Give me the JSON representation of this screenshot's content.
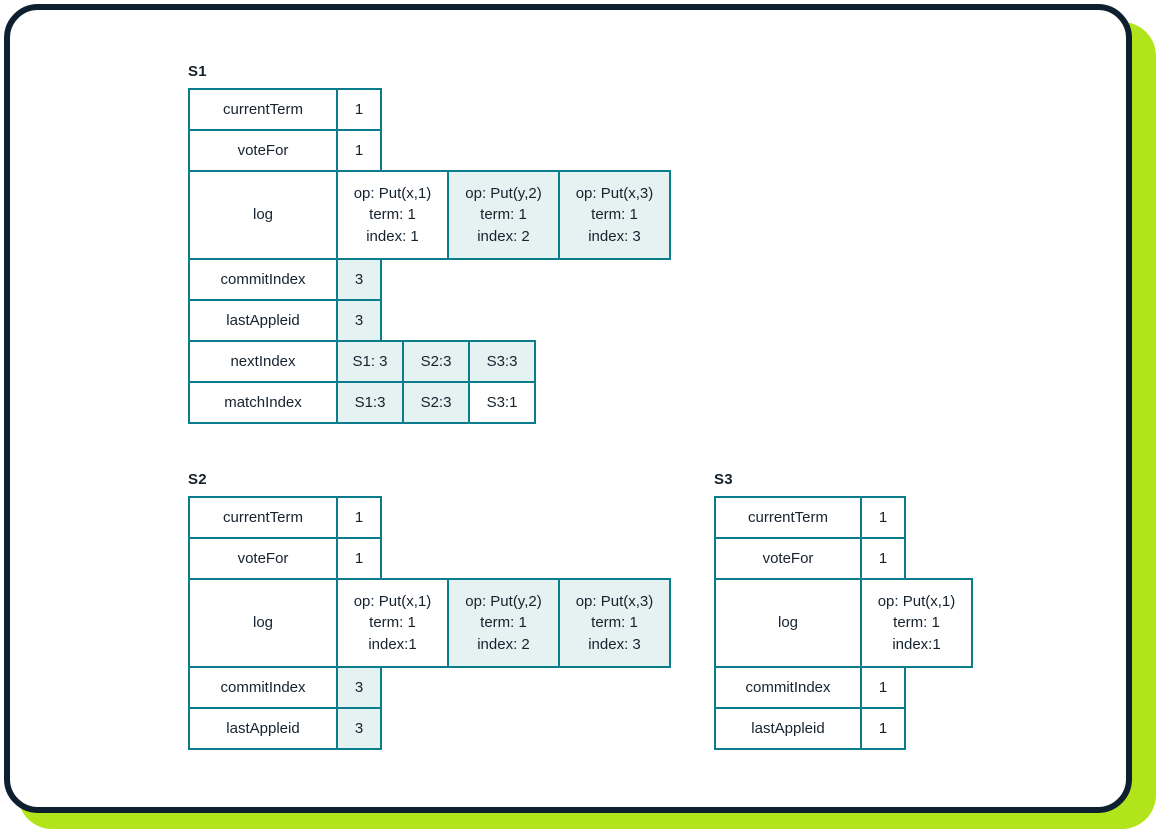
{
  "theme": {
    "border_color": "#0b7c8c",
    "shade_color": "#e5f2f2",
    "frame_color": "#0e2030",
    "accent_color": "#b2e41b",
    "text_color": "#16222e"
  },
  "diagram": {
    "title_hidden": "",
    "servers": [
      {
        "id": "S1",
        "label": "S1",
        "rows": [
          {
            "name": "currentTerm",
            "label": "currentTerm",
            "values": [
              {
                "text": "1",
                "shaded": false
              }
            ]
          },
          {
            "name": "voteFor",
            "label": "voteFor",
            "values": [
              {
                "text": "1",
                "shaded": false
              }
            ]
          },
          {
            "name": "log",
            "label": "log",
            "entries": [
              {
                "op": "op: Put(x,1)",
                "term": "term: 1",
                "index": "index: 1",
                "shaded": false
              },
              {
                "op": "op: Put(y,2)",
                "term": "term: 1",
                "index": "index: 2",
                "shaded": true
              },
              {
                "op": "op: Put(x,3)",
                "term": "term: 1",
                "index": "index: 3",
                "shaded": true
              }
            ]
          },
          {
            "name": "commitIndex",
            "label": "commitIndex",
            "values": [
              {
                "text": "3",
                "shaded": true
              }
            ]
          },
          {
            "name": "lastAppleid",
            "label": "lastAppleid",
            "values": [
              {
                "text": "3",
                "shaded": true
              }
            ]
          },
          {
            "name": "nextIndex",
            "label": "nextIndex",
            "values": [
              {
                "text": "S1: 3",
                "shaded": true
              },
              {
                "text": "S2:3",
                "shaded": true
              },
              {
                "text": "S3:3",
                "shaded": true
              }
            ]
          },
          {
            "name": "matchIndex",
            "label": "matchIndex",
            "values": [
              {
                "text": "S1:3",
                "shaded": true
              },
              {
                "text": "S2:3",
                "shaded": true
              },
              {
                "text": "S3:1",
                "shaded": false
              }
            ]
          }
        ]
      },
      {
        "id": "S2",
        "label": "S2",
        "rows": [
          {
            "name": "currentTerm",
            "label": "currentTerm",
            "values": [
              {
                "text": "1",
                "shaded": false
              }
            ]
          },
          {
            "name": "voteFor",
            "label": "voteFor",
            "values": [
              {
                "text": "1",
                "shaded": false
              }
            ]
          },
          {
            "name": "log",
            "label": "log",
            "entries": [
              {
                "op": "op: Put(x,1)",
                "term": "term: 1",
                "index": "index:1",
                "shaded": false
              },
              {
                "op": "op: Put(y,2)",
                "term": "term: 1",
                "index": "index: 2",
                "shaded": true
              },
              {
                "op": "op: Put(x,3)",
                "term": "term: 1",
                "index": "index: 3",
                "shaded": true
              }
            ]
          },
          {
            "name": "commitIndex",
            "label": "commitIndex",
            "values": [
              {
                "text": "3",
                "shaded": true
              }
            ]
          },
          {
            "name": "lastAppleid",
            "label": "lastAppleid",
            "values": [
              {
                "text": "3",
                "shaded": true
              }
            ]
          }
        ]
      },
      {
        "id": "S3",
        "label": "S3",
        "rows": [
          {
            "name": "currentTerm",
            "label": "currentTerm",
            "values": [
              {
                "text": "1",
                "shaded": false
              }
            ]
          },
          {
            "name": "voteFor",
            "label": "voteFor",
            "values": [
              {
                "text": "1",
                "shaded": false
              }
            ]
          },
          {
            "name": "log",
            "label": "log",
            "entries": [
              {
                "op": "op: Put(x,1)",
                "term": "term: 1",
                "index": "index:1",
                "shaded": false
              }
            ]
          },
          {
            "name": "commitIndex",
            "label": "commitIndex",
            "values": [
              {
                "text": "1",
                "shaded": false
              }
            ]
          },
          {
            "name": "lastAppleid",
            "label": "lastAppleid",
            "values": [
              {
                "text": "1",
                "shaded": false
              }
            ]
          }
        ]
      }
    ]
  }
}
